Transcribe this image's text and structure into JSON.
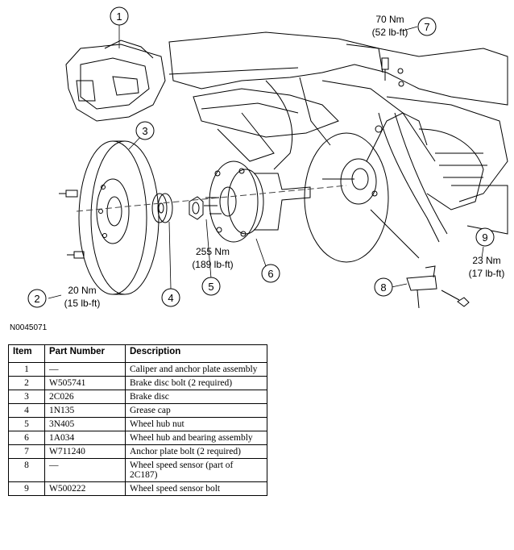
{
  "diagram": {
    "figure_id": "N0045071",
    "callouts": [
      "1",
      "2",
      "3",
      "4",
      "5",
      "6",
      "7",
      "8",
      "9"
    ],
    "torques": {
      "t2": {
        "nm": "20 Nm",
        "lbft": "(15 lb-ft)"
      },
      "t5": {
        "nm": "255 Nm",
        "lbft": "(189 lb-ft)"
      },
      "t7": {
        "nm": "70 Nm",
        "lbft": "(52 lb-ft)"
      },
      "t9": {
        "nm": "23 Nm",
        "lbft": "(17 lb-ft)"
      }
    }
  },
  "table": {
    "headers": [
      "Item",
      "Part Number",
      "Description"
    ],
    "rows": [
      [
        "1",
        "—",
        "Caliper and anchor plate assembly"
      ],
      [
        "2",
        "W505741",
        "Brake disc bolt (2 required)"
      ],
      [
        "3",
        "2C026",
        "Brake disc"
      ],
      [
        "4",
        "1N135",
        "Grease cap"
      ],
      [
        "5",
        "3N405",
        "Wheel hub nut"
      ],
      [
        "6",
        "1A034",
        "Wheel hub and bearing assembly"
      ],
      [
        "7",
        "W711240",
        "Anchor plate bolt (2 required)"
      ],
      [
        "8",
        "—",
        "Wheel speed sensor (part of 2C187)"
      ],
      [
        "9",
        "W500222",
        "Wheel speed sensor bolt"
      ]
    ]
  }
}
